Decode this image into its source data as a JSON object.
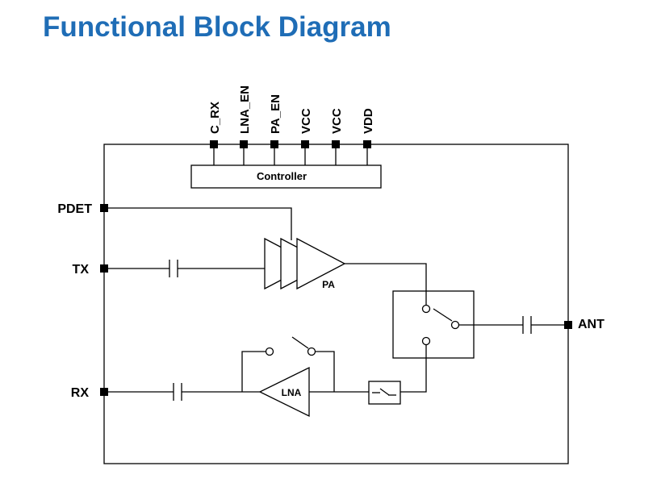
{
  "title": "Functional Block Diagram",
  "colors": {
    "title": "#1f6db6",
    "line": "#000000"
  },
  "top_pins": [
    "C_RX",
    "LNA_EN",
    "PA_EN",
    "VCC",
    "VCC",
    "VDD"
  ],
  "left_pins": {
    "pdet": "PDET",
    "tx": "TX",
    "rx": "RX"
  },
  "right_pins": {
    "ant": "ANT"
  },
  "blocks": {
    "controller": "Controller",
    "pa": "PA",
    "lna": "LNA"
  }
}
